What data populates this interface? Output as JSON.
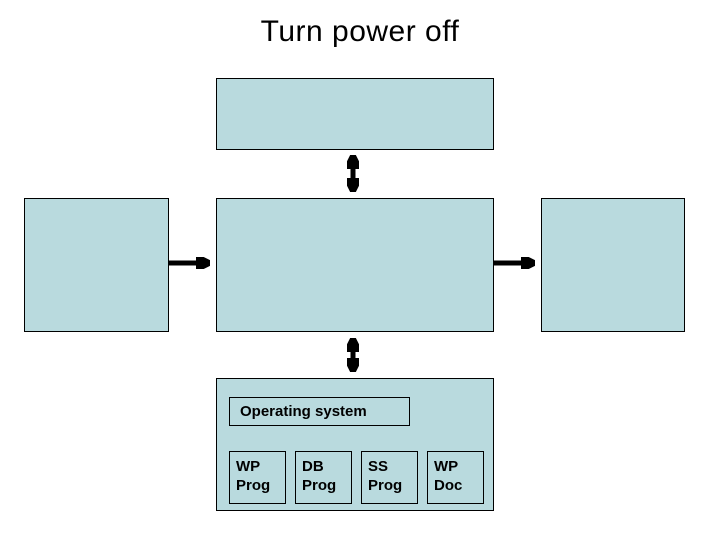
{
  "title": "Turn power off",
  "colors": {
    "box_fill": "#b9dade",
    "box_border": "#000000",
    "arrow": "#000000",
    "background": "#ffffff",
    "text": "#000000"
  },
  "boxes": {
    "top": {
      "label": ""
    },
    "left": {
      "label": ""
    },
    "center": {
      "label": ""
    },
    "right": {
      "label": ""
    },
    "bottom": {
      "os_label": "Operating system",
      "programs": [
        {
          "line1": "WP",
          "line2": "Prog"
        },
        {
          "line1": "DB",
          "line2": "Prog"
        },
        {
          "line1": "SS",
          "line2": "Prog"
        },
        {
          "line1": "WP",
          "line2": "Doc"
        }
      ]
    }
  },
  "connectors": [
    {
      "between": [
        "top-box",
        "center-box"
      ],
      "direction": "bidirectional"
    },
    {
      "between": [
        "center-box",
        "bottom-box"
      ],
      "direction": "bidirectional"
    },
    {
      "between": [
        "left-box",
        "center-box"
      ],
      "direction": "right"
    },
    {
      "between": [
        "center-box",
        "right-box"
      ],
      "direction": "right"
    }
  ]
}
